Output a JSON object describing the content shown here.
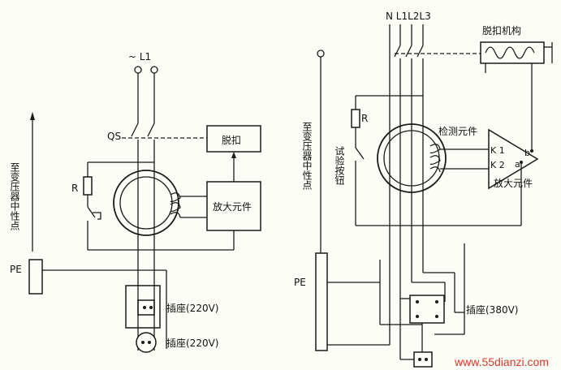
{
  "left": {
    "supply_label": "~ L1",
    "switch_label": "QS",
    "trip_label": "脱扣",
    "amp_label": "放大元件",
    "resistor_label": "R",
    "pe_label": "PE",
    "neutral_label": "至变压器中性点",
    "socket1_label": "插座(220V)",
    "socket2_label": "插座(220V)"
  },
  "right": {
    "line_labels": "N L1L2L3",
    "trip_mech_label": "脱扣机构",
    "detect_label": "检测元件",
    "amp_label": "放大元件",
    "resistor_label": "R",
    "test_button_label": "试验按钮",
    "neutral_label": "至变压器中性点",
    "pe_label": "PE",
    "socket_label": "插座(380V)",
    "k1": "K 1",
    "k2": "K 2",
    "terminal_b": "b",
    "terminal_a": "a"
  },
  "watermark": "www.55dianzi.com"
}
